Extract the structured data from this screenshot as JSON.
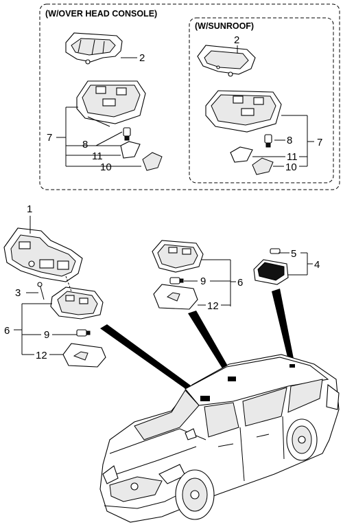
{
  "box_overhead": {
    "title": "(W/OVER HEAD CONSOLE)",
    "callouts": [
      "2",
      "7",
      "8",
      "11",
      "10"
    ]
  },
  "box_sunroof": {
    "title": "(W/SUNROOF)",
    "callouts": [
      "2",
      "8",
      "7",
      "11",
      "10"
    ]
  },
  "main": {
    "callouts": [
      "1",
      "3",
      "6",
      "9",
      "12",
      "9",
      "6",
      "12",
      "5",
      "4"
    ]
  }
}
